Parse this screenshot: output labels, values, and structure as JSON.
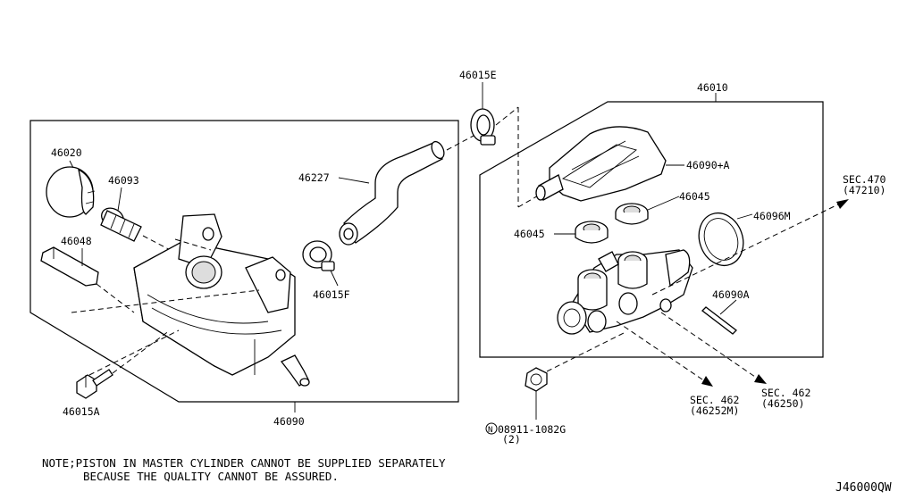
{
  "labels": {
    "p46015E": "46015E",
    "p46010": "46010",
    "p46020": "46020",
    "p46093": "46093",
    "p46048": "46048",
    "p46227": "46227",
    "p46015F": "46015F",
    "p46015A": "46015A",
    "p46090": "46090",
    "p46090A_plus": "46090+A",
    "p46045_upper": "46045",
    "p46045_lower": "46045",
    "p46096M": "46096M",
    "p46090A": "46090A",
    "sec470": "SEC.470",
    "sec470_sub": "(47210)",
    "sec462_left": "SEC. 462",
    "sec462_left_sub": "(46252M)",
    "sec462_right": "SEC. 462",
    "sec462_right_sub": "(46250)",
    "nut_circle": "N",
    "nut_part": "08911-1082G",
    "nut_qty": "(2)"
  },
  "note": {
    "line1": "NOTE;PISTON IN MASTER CYLINDER CANNOT BE SUPPLIED SEPARATELY",
    "line2": "BECAUSE THE QUALITY CANNOT BE ASSURED."
  },
  "diagram_code": "J46000QW"
}
